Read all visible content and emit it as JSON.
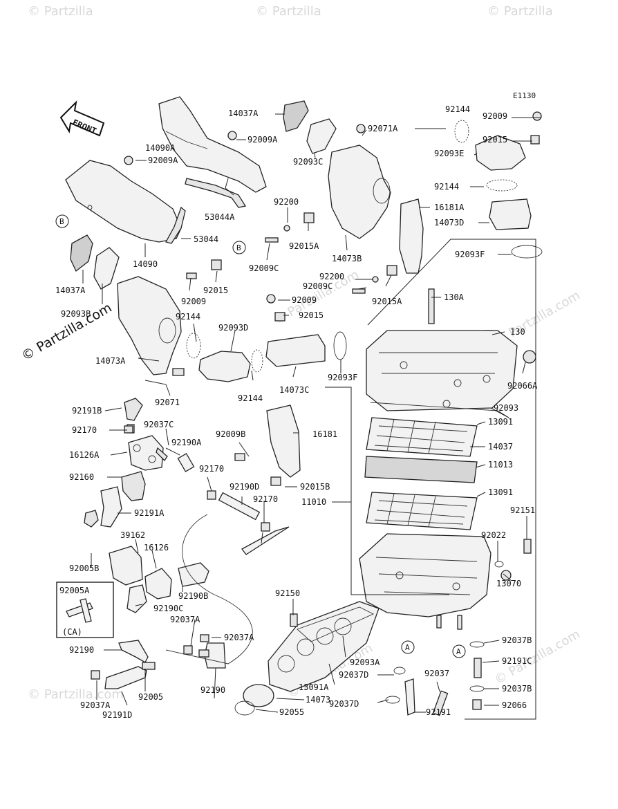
{
  "diagram_code": "E1130",
  "front_label": "FRONT",
  "ca_label": "(CA)",
  "watermark": "© Partzilla.com",
  "watermark_short": "© Partzilla",
  "callouts": {
    "B": "B",
    "A": "A"
  },
  "labels": [
    "14037A",
    "92009A",
    "14090A",
    "92009A",
    "53044A",
    "53044",
    "14090",
    "14037A",
    "92093B",
    "14073A",
    "92144",
    "92093D",
    "92071",
    "92144",
    "14073C",
    "92093F",
    "92191B",
    "92037C",
    "92170",
    "92190A",
    "16126A",
    "92009B",
    "16181",
    "92170",
    "92160",
    "92190D",
    "92015B",
    "92170",
    "92191A",
    "39162",
    "16126",
    "92005B",
    "92190B",
    "92190C",
    "92005A",
    "92190",
    "92037A",
    "92037A",
    "92005",
    "92190",
    "92037A",
    "92191D",
    "92150",
    "92093A",
    "92037D",
    "13091A",
    "14073",
    "92055",
    "92037D",
    "92037",
    "92191",
    "92071A",
    "92093C",
    "92200",
    "92015A",
    "92009C",
    "14073B",
    "92015",
    "92009",
    "92200",
    "92009C",
    "92015A",
    "92009",
    "92015",
    "92144",
    "92009",
    "92015",
    "92093E",
    "92144",
    "16181A",
    "14073D",
    "92093F",
    "130A",
    "130",
    "92066A",
    "92093",
    "13091",
    "14037",
    "11013",
    "11010",
    "13091",
    "92151",
    "92022",
    "13070",
    "92037B",
    "92191C",
    "92037B",
    "92066"
  ]
}
